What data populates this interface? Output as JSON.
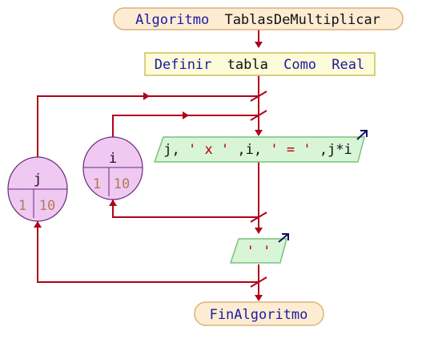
{
  "diagram": {
    "start": {
      "keyword": "Algoritmo",
      "name": "TablasDeMultiplicar"
    },
    "define": {
      "kw1": "Definir",
      "var": "tabla",
      "kw2": "Como",
      "type": "Real"
    },
    "outer_loop": {
      "var": "j",
      "from": "1",
      "to": "10"
    },
    "inner_loop": {
      "var": "i",
      "from": "1",
      "to": "10"
    },
    "write1": {
      "p1": "j,",
      "p2": "' x '",
      "p3": ",i,",
      "p4": "' = '",
      "p5": ",j*i"
    },
    "write2": {
      "text": "' '"
    },
    "end": {
      "keyword": "FinAlgoritmo"
    }
  },
  "colors": {
    "flow": "#b0001a",
    "terminal_fill": "#fdecd2",
    "terminal_stroke": "#d9b27a",
    "process_fill": "#fdfbd8",
    "process_stroke": "#c9c25a",
    "io_fill": "#d8f5d8",
    "io_stroke": "#7ac27a",
    "loop_fill": "#efc9f2",
    "loop_stroke": "#6a2a7a",
    "keyword": "#1a1aa6",
    "string": "#c00000",
    "number": "#b07a5a"
  }
}
